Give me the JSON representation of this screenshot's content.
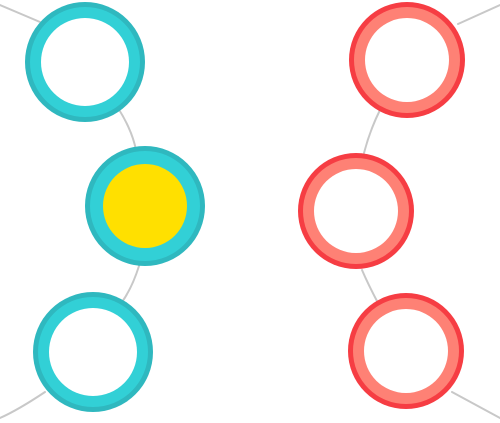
{
  "colors": {
    "background": "#ffffff",
    "connector": "#c8c8c8",
    "cyan_ring_outer": "#2fb8bf",
    "cyan_ring_inner": "#32d0d6",
    "red_ring_outer": "#f63d43",
    "red_ring_inner": "#fe8175",
    "node_center_empty": "#ffffff",
    "node_center_filled": "#ffe000"
  },
  "teams": {
    "left": {
      "color": "cyan",
      "nodes": [
        {
          "id": "left-top",
          "filled": false
        },
        {
          "id": "left-middle",
          "filled": true
        },
        {
          "id": "left-bottom",
          "filled": false
        }
      ]
    },
    "right": {
      "color": "red",
      "nodes": [
        {
          "id": "right-top",
          "filled": false
        },
        {
          "id": "right-middle",
          "filled": false
        },
        {
          "id": "right-bottom",
          "filled": false
        }
      ]
    }
  }
}
